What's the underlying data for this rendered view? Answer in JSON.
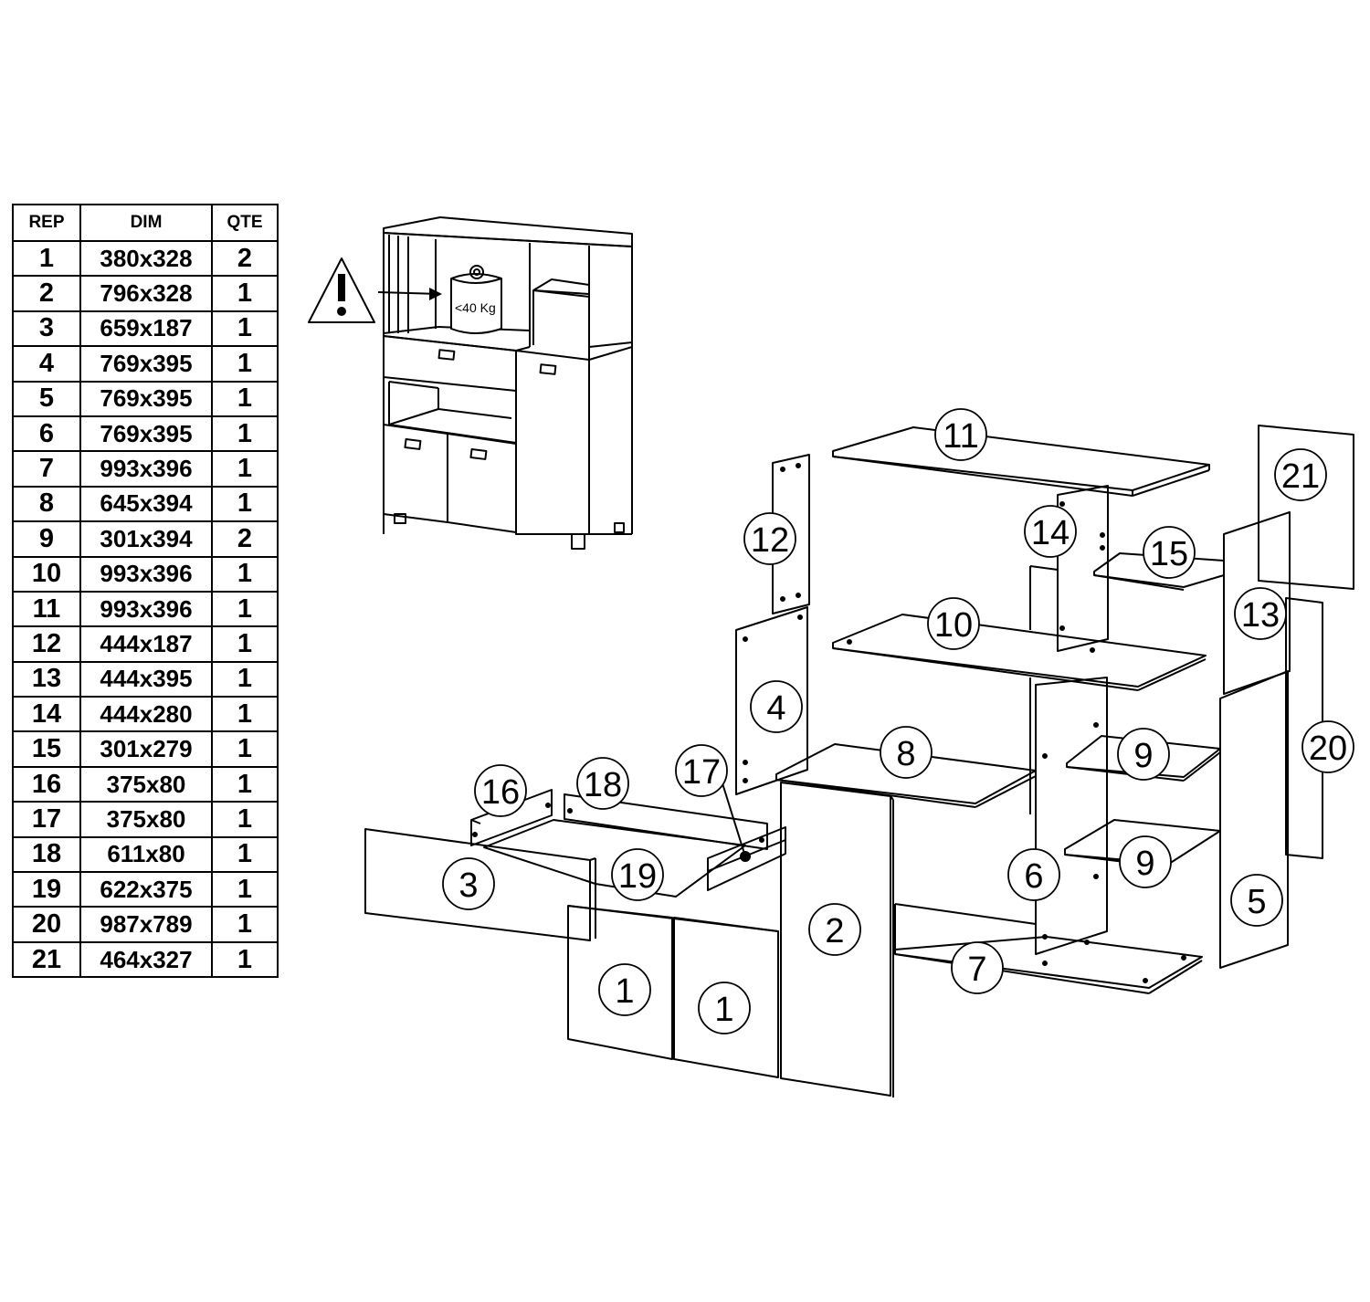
{
  "table": {
    "headers": {
      "rep": "REP",
      "dim": "DIM",
      "qte": "QTE"
    },
    "rows": [
      {
        "rep": "1",
        "dim": "380x328",
        "qte": "2"
      },
      {
        "rep": "2",
        "dim": "796x328",
        "qte": "1"
      },
      {
        "rep": "3",
        "dim": "659x187",
        "qte": "1"
      },
      {
        "rep": "4",
        "dim": "769x395",
        "qte": "1"
      },
      {
        "rep": "5",
        "dim": "769x395",
        "qte": "1"
      },
      {
        "rep": "6",
        "dim": "769x395",
        "qte": "1"
      },
      {
        "rep": "7",
        "dim": "993x396",
        "qte": "1"
      },
      {
        "rep": "8",
        "dim": "645x394",
        "qte": "1"
      },
      {
        "rep": "9",
        "dim": "301x394",
        "qte": "2"
      },
      {
        "rep": "10",
        "dim": "993x396",
        "qte": "1"
      },
      {
        "rep": "11",
        "dim": "993x396",
        "qte": "1"
      },
      {
        "rep": "12",
        "dim": "444x187",
        "qte": "1"
      },
      {
        "rep": "13",
        "dim": "444x395",
        "qte": "1"
      },
      {
        "rep": "14",
        "dim": "444x280",
        "qte": "1"
      },
      {
        "rep": "15",
        "dim": "301x279",
        "qte": "1"
      },
      {
        "rep": "16",
        "dim": "375x80",
        "qte": "1"
      },
      {
        "rep": "17",
        "dim": "375x80",
        "qte": "1"
      },
      {
        "rep": "18",
        "dim": "611x80",
        "qte": "1"
      },
      {
        "rep": "19",
        "dim": "622x375",
        "qte": "1"
      },
      {
        "rep": "20",
        "dim": "987x789",
        "qte": "1"
      },
      {
        "rep": "21",
        "dim": "464x327",
        "qte": "1"
      }
    ]
  },
  "warning": {
    "icon": "warning-triangle-icon",
    "weight_label": "<40 Kg"
  },
  "callouts": {
    "p1a": "1",
    "p1b": "1",
    "p2": "2",
    "p3": "3",
    "p4": "4",
    "p5": "5",
    "p6": "6",
    "p7": "7",
    "p8": "8",
    "p9a": "9",
    "p9b": "9",
    "p10": "10",
    "p11": "11",
    "p12": "12",
    "p13": "13",
    "p14": "14",
    "p15": "15",
    "p16": "16",
    "p17": "17",
    "p18": "18",
    "p19": "19",
    "p20": "20",
    "p21": "21"
  },
  "colors": {
    "line": "#000000",
    "background": "#ffffff"
  }
}
